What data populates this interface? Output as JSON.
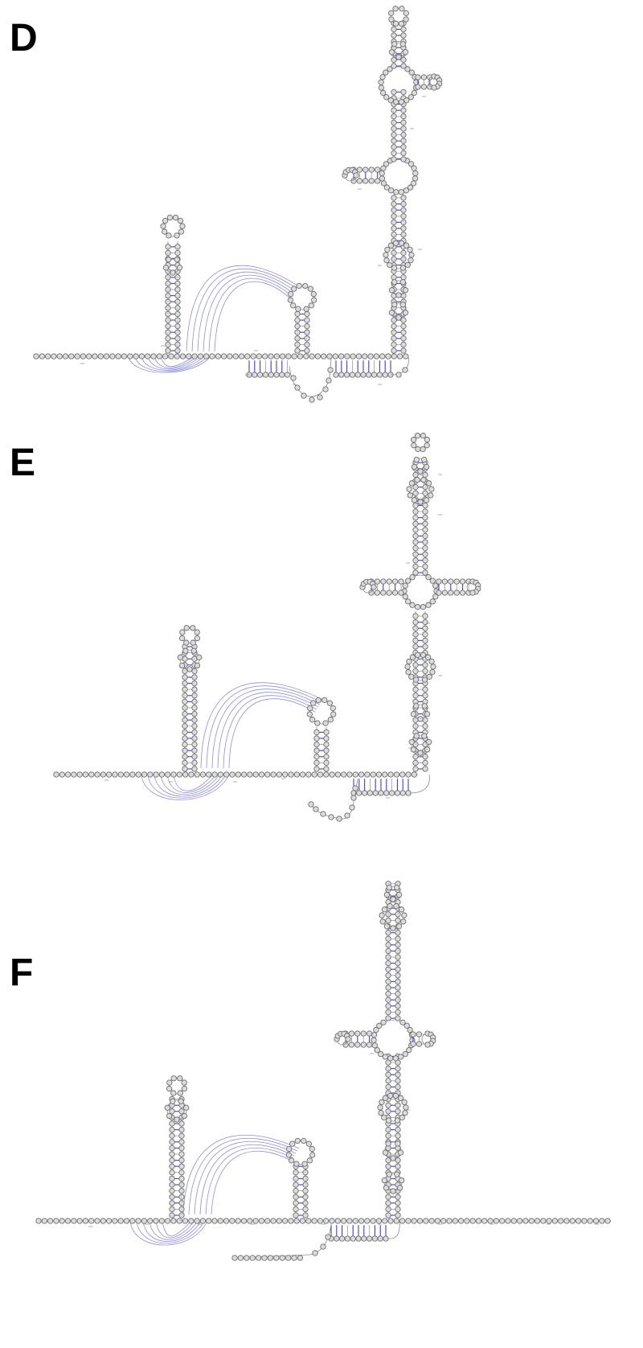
{
  "panels": [
    {
      "id": "D",
      "label": "D"
    },
    {
      "id": "E",
      "label": "E"
    },
    {
      "id": "F",
      "label": "F"
    }
  ]
}
